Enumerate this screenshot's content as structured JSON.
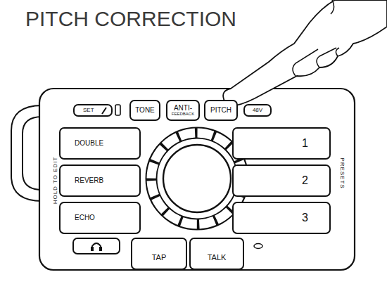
{
  "diagram": {
    "title": "PITCH CORRECTION",
    "nodes": [
      {
        "text": [
          "SET"
        ]
      },
      {
        "text": [
          "TONE"
        ]
      },
      {
        "text": [
          "ANTI-",
          "FEEDBACK"
        ]
      },
      {
        "text": [
          "PITCH"
        ]
      },
      {
        "text": [
          "48V"
        ]
      },
      {
        "text": [
          "DOUBLE"
        ]
      },
      {
        "text": [
          "1"
        ]
      },
      {
        "text": [
          "REVERB"
        ]
      },
      {
        "text": [
          "2"
        ]
      },
      {
        "text": [
          "ECHO"
        ]
      },
      {
        "text": [
          "3"
        ]
      },
      {
        "text": [
          "TAP"
        ]
      },
      {
        "text": [
          "TALK"
        ]
      }
    ],
    "labels": [
      "HOLD TO EDIT",
      "PRESETS"
    ]
  }
}
